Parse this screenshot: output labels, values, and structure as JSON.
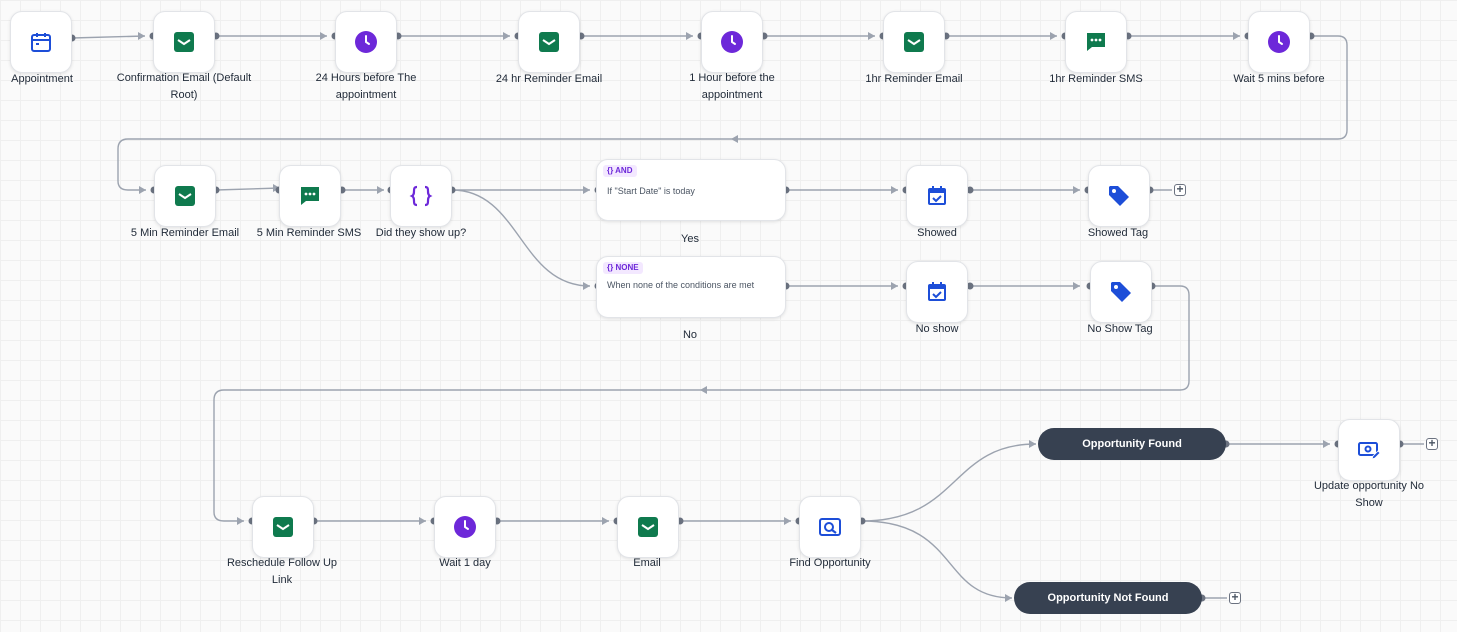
{
  "nodes": {
    "appointment": "Appointment",
    "confirmation_email": "Confirmation Email (Default Root)",
    "wait_24h": "24 Hours before The appointment",
    "reminder_24h_email": "24 hr Reminder Email",
    "wait_1h": "1 Hour before the appointment",
    "reminder_1h_email": "1hr Reminder Email",
    "reminder_1h_sms": "1hr Reminder SMS",
    "wait_5m": "Wait 5 mins before",
    "reminder_5m_email": "5 Min Reminder Email",
    "reminder_5m_sms": "5 Min Reminder SMS",
    "did_they_show": "Did they show up?",
    "showed": "Showed",
    "showed_tag": "Showed Tag",
    "no_show": "No show",
    "no_show_tag": "No Show Tag",
    "reschedule": "Reschedule Follow Up Link",
    "wait_1d": "Wait 1 day",
    "email": "Email",
    "find_opportunity": "Find Opportunity",
    "update_opportunity": "Update opportunity No Show"
  },
  "branches": {
    "yes": {
      "badge": "AND",
      "condition": "If \"Start Date\" is today",
      "label": "Yes"
    },
    "no": {
      "badge": "NONE",
      "condition": "When none of the conditions are met",
      "label": "No"
    }
  },
  "outcomes": {
    "found": "Opportunity Found",
    "not_found": "Opportunity Not Found"
  },
  "add_glyph": "+",
  "colors": {
    "email_green": "#0f7a4e",
    "wait_purple": "#6d28d9",
    "calendar_blue": "#1d4ed8",
    "connector_gray": "#9ca3af",
    "dot_gray": "#6b7280",
    "pill_dark": "#374151"
  },
  "icons": {
    "appointment": "calendar-icon",
    "email": "envelope-icon",
    "wait": "clock-icon",
    "sms": "chat-icon",
    "condition": "braces-icon",
    "appointment_status": "calendar-check-icon",
    "tag": "tag-icon",
    "find": "search-icon",
    "update": "money-edit-icon"
  }
}
